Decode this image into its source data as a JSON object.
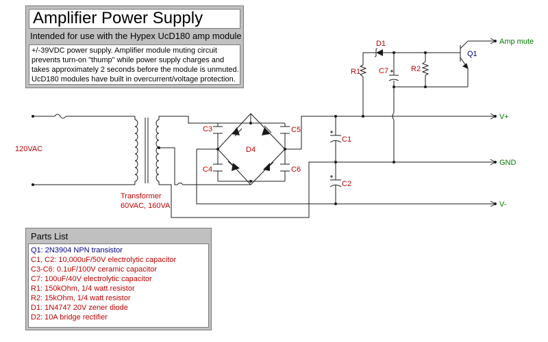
{
  "title_box": {
    "title": "Amplifier Power Supply",
    "subtitle": "Intended for use with the Hypex UcD180 amp module",
    "description": [
      "+/-39VDC power supply.  Amplifier module muting circuit",
      "prevents turn-on \"thump\" while power supply charges and",
      "takes approximately 2 seconds before the module is unmuted.",
      "UcD180 modules have built in overcurrent/voltage protection."
    ]
  },
  "parts_list": {
    "title": "Parts List",
    "items": [
      {
        "text": "Q1:  2N3904 NPN transistor",
        "color": "#00008b"
      },
      {
        "text": "C1, C2:  10,000uF/50V electrolytic capacitor",
        "color": "#c00000"
      },
      {
        "text": "C3-C6:  0.1uF/100V ceramic capacitor",
        "color": "#c00000"
      },
      {
        "text": "C7:  100uF/40V electrolytic capacitor",
        "color": "#c00000"
      },
      {
        "text": "R1:  150kOhm, 1/4 watt resistor",
        "color": "#c00000"
      },
      {
        "text": "R2:  15kOhm, 1/4 watt resistor",
        "color": "#c00000"
      },
      {
        "text": "D1:  1N4747 20V zener diode",
        "color": "#c00000"
      },
      {
        "text": "D2:  10A bridge rectifier",
        "color": "#c00000"
      }
    ]
  },
  "schematic": {
    "input_label": "120VAC",
    "transformer_label_1": "Transformer",
    "transformer_label_2": "60VAC, 160VA",
    "c1": "C1",
    "c2": "C2",
    "c3": "C3",
    "c4": "C4",
    "c5": "C5",
    "c6": "C6",
    "c7": "C7",
    "d1": "D1",
    "d4": "D4",
    "r1": "R1",
    "r2": "R2",
    "q1": "Q1",
    "out_mute": "Amp mute",
    "out_vplus": "V+",
    "out_gnd": "GND",
    "out_vminus": "V-",
    "colors": {
      "wire": "#1a1a1a",
      "ref": "#c00000",
      "q1": "#00008b",
      "output": "#007a00"
    }
  }
}
